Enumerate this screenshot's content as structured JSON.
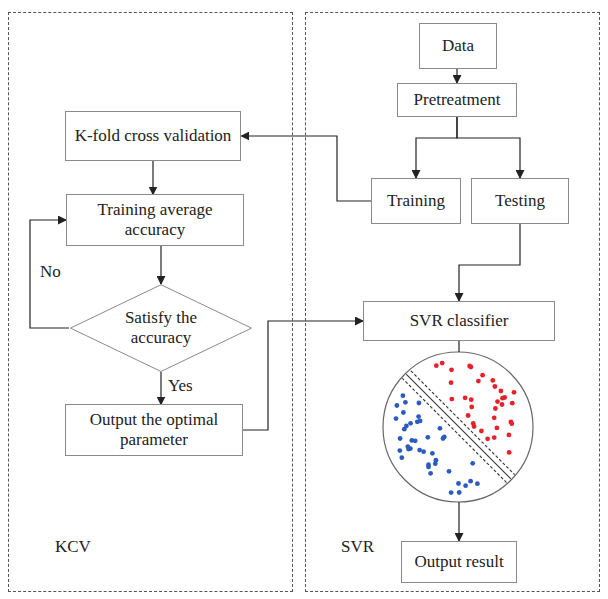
{
  "diagram": {
    "nodes": [
      {
        "text": [
          "KCV"
        ]
      },
      {
        "text": [
          "K-fold cross validation"
        ],
        "in": 0
      },
      {
        "text": [
          "Training average accuracy"
        ],
        "in": 0
      },
      {
        "text": [
          "Satisfy the accuracy"
        ],
        "in": 0
      },
      {
        "text": [
          "Output the optimal parameter"
        ],
        "in": 0
      },
      {
        "text": [
          "SVR"
        ]
      },
      {
        "text": [
          "Data"
        ],
        "in": 5
      },
      {
        "text": [
          "Pretreatment"
        ],
        "in": 5
      },
      {
        "text": [
          "Training"
        ],
        "in": 5
      },
      {
        "text": [
          "Testing"
        ],
        "in": 5
      },
      {
        "text": [
          "SVR classifier"
        ],
        "in": 5
      },
      {
        "text": [
          "Output result"
        ],
        "in": 5
      }
    ],
    "edges": [
      {
        "from": 6,
        "to": 7,
        "arrow": "to"
      },
      {
        "from": 7,
        "to": 8,
        "arrow": "to"
      },
      {
        "from": 7,
        "to": 9,
        "arrow": "to"
      },
      {
        "from": 8,
        "to": 1,
        "arrow": "to"
      },
      {
        "from": 1,
        "to": 2,
        "arrow": "to"
      },
      {
        "from": 2,
        "to": 3,
        "arrow": "to"
      },
      {
        "from": 3,
        "to": 2,
        "label": "No",
        "arrow": "to"
      },
      {
        "from": 3,
        "to": 4,
        "label": "Yes",
        "arrow": "to"
      },
      {
        "from": 4,
        "to": 10,
        "arrow": "to"
      },
      {
        "from": 9,
        "to": 10,
        "arrow": "to"
      },
      {
        "from": 10,
        "to": 11,
        "arrow": "to"
      }
    ]
  }
}
